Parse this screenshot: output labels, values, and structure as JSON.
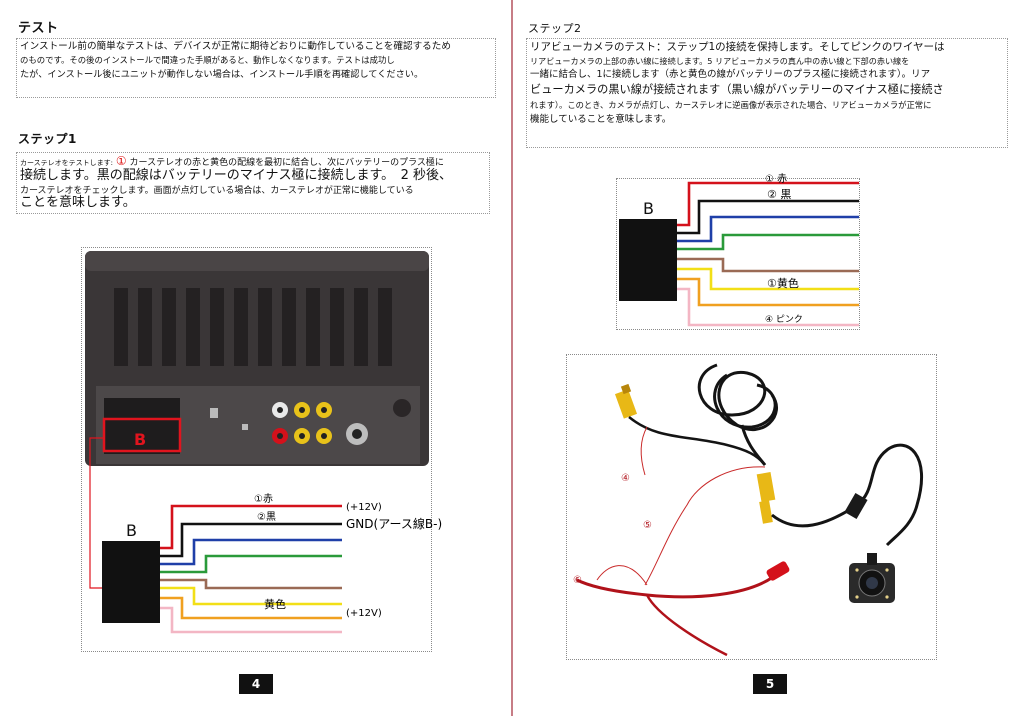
{
  "left_page": {
    "title": "テスト",
    "intro_lines": [
      "インストール前の簡単なテストは、デバイスが正常に期待どおりに動作していることを確認するため",
      "のものです。その後のインストールで間違った手順があると、動作しなくなります。テストは成功し",
      "たが、インストール後にユニットが動作しない場合は、インストール手順を再確認してください。"
    ],
    "step_title": "ステップ1",
    "step_small_prefix": "カーステレオをテストします:",
    "step_circle": "①",
    "step_line1_rest": "カーステレオの赤と黄色の配線を最初に結合し、次にバッテリーのプラス極に",
    "step_line2": "接続します。黒の配線はバッテリーのマイナス極に接続します。　2 秒後、",
    "step_line3": "カーステレオをチェックします。画面が点灯している場合は、カーステレオが正常に機能している",
    "step_line4": "ことを意味します。",
    "diagram": {
      "box_label": "B",
      "red_connector_label": "B",
      "wire_red_label": "①赤",
      "wire_black_label": "②黒",
      "wire_yellow_label": "黄色",
      "plus12_top": "(+12V)",
      "gnd_label": "GND(アース線B-)",
      "plus12_bottom": "(+12V)"
    },
    "page_number": "4"
  },
  "right_page": {
    "step_title": "ステップ2",
    "text_lines": [
      "リアビューカメラのテスト：ステップ1の接続を保持します。そしてピンクのワイヤーは",
      "リアビューカメラの上部の赤い線に接続します。5 リアビューカメラの真ん中の赤い線と下部の赤い線を",
      "一緒に結合し、1に接続します（赤と黄色の線がバッテリーのプラス極に接続されます）。リア",
      "ビューカメラの黒い線が接続されます（黒い線がバッテリーのマイナス極に接続さ",
      "れます）。このとき、カメラが点灯し、カーステレオに逆画像が表示された場合、リアビューカメラが正常に",
      "機能していることを意味します。"
    ],
    "diagram": {
      "box_label": "B",
      "wire_red_label": "①  赤",
      "wire_black_label": "②  黒",
      "wire_yellow_label": "①黄色",
      "wire_pink_label": "④ ピンク"
    },
    "camera_labels": {
      "label_4": "④",
      "label_5": "⑤",
      "label_6": "⑥"
    },
    "page_number": "5"
  },
  "colors": {
    "spine": "#c77d86",
    "wire_red": "#d4111b",
    "wire_black": "#111111",
    "wire_blue": "#1f3fa8",
    "wire_green": "#2a9a3a",
    "wire_brown": "#9a6a55",
    "wire_yellow": "#f2df17",
    "wire_orange": "#f0a020",
    "wire_pink": "#f3b6c4",
    "connector_red": "#e0141e"
  }
}
